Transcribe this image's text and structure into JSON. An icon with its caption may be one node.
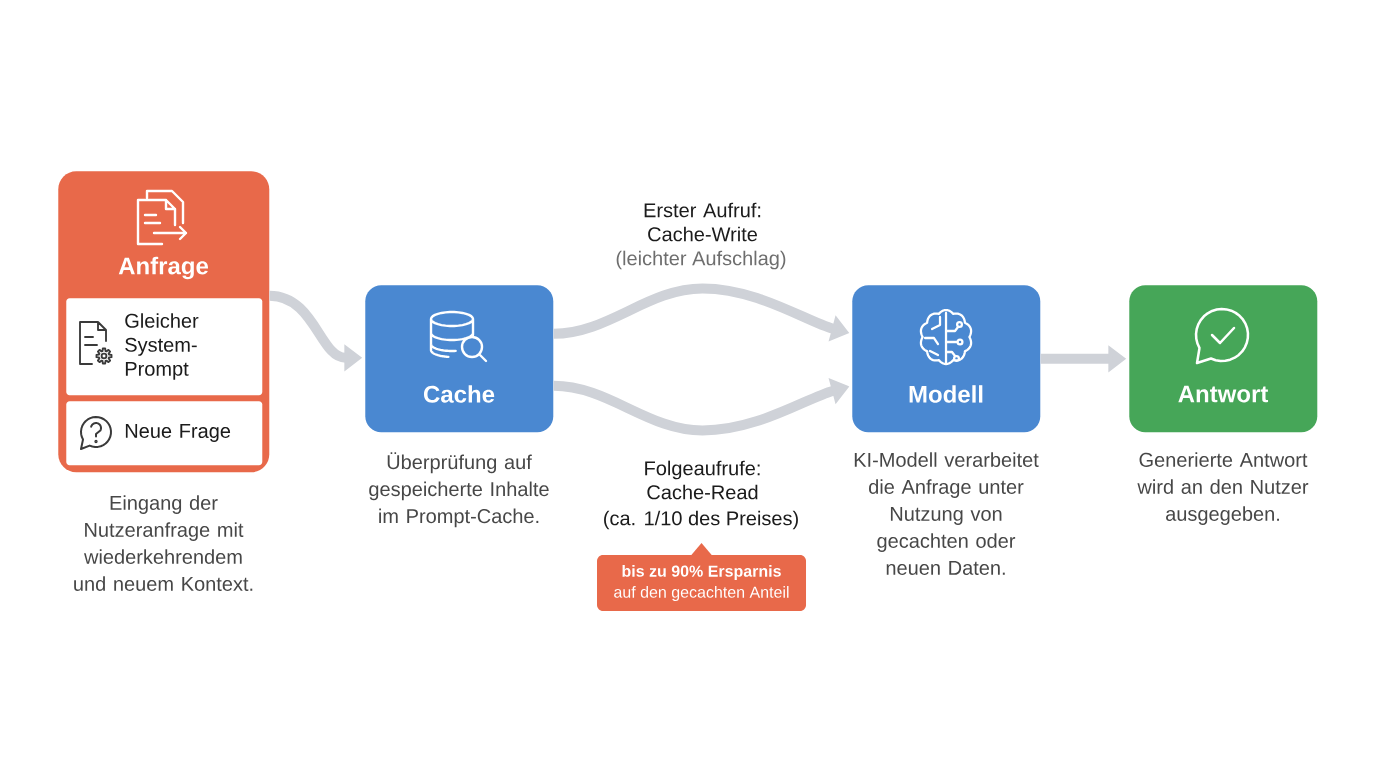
{
  "diagram": {
    "nodes": [
      {
        "text": [
          "Anfrage"
        ],
        "beside": [
          "Eingang der Nutzeranfrage mit wiederkehrendem und neuem Kontext."
        ]
      },
      {
        "text": [
          "Gleicher System-Prompt"
        ],
        "in": 0
      },
      {
        "text": [
          "Neue Frage"
        ],
        "in": 0
      },
      {
        "text": [
          "Cache"
        ],
        "beside": [
          "Überprüfung auf gespeicherte Inhalte im Prompt-Cache."
        ]
      },
      {
        "text": [
          "Modell"
        ],
        "beside": [
          "KI-Modell verarbeitet die Anfrage unter Nutzung von gecachten oder neuen Daten."
        ]
      },
      {
        "text": [
          "Antwort"
        ],
        "beside": [
          "Generierte Antwort wird an den Nutzer ausgegeben."
        ]
      },
      {
        "text": [
          "bis zu 90% Ersparnis",
          "auf den gecachten Anteil"
        ]
      }
    ],
    "edges": [
      {
        "from": 0,
        "to": 3,
        "arrow": "to"
      },
      {
        "from": 3,
        "to": 4,
        "arrow": "to",
        "label": "Erster Aufruf: Cache-Write"
      },
      {
        "from": 3,
        "to": 4,
        "arrow": "to",
        "label": "Folgeaufrufe: Cache-Read"
      },
      {
        "from": 4,
        "to": 5,
        "arrow": "to"
      }
    ],
    "labels": [
      "(leichter Aufschlag)",
      "(ca. 1/10 des Preises)"
    ]
  }
}
